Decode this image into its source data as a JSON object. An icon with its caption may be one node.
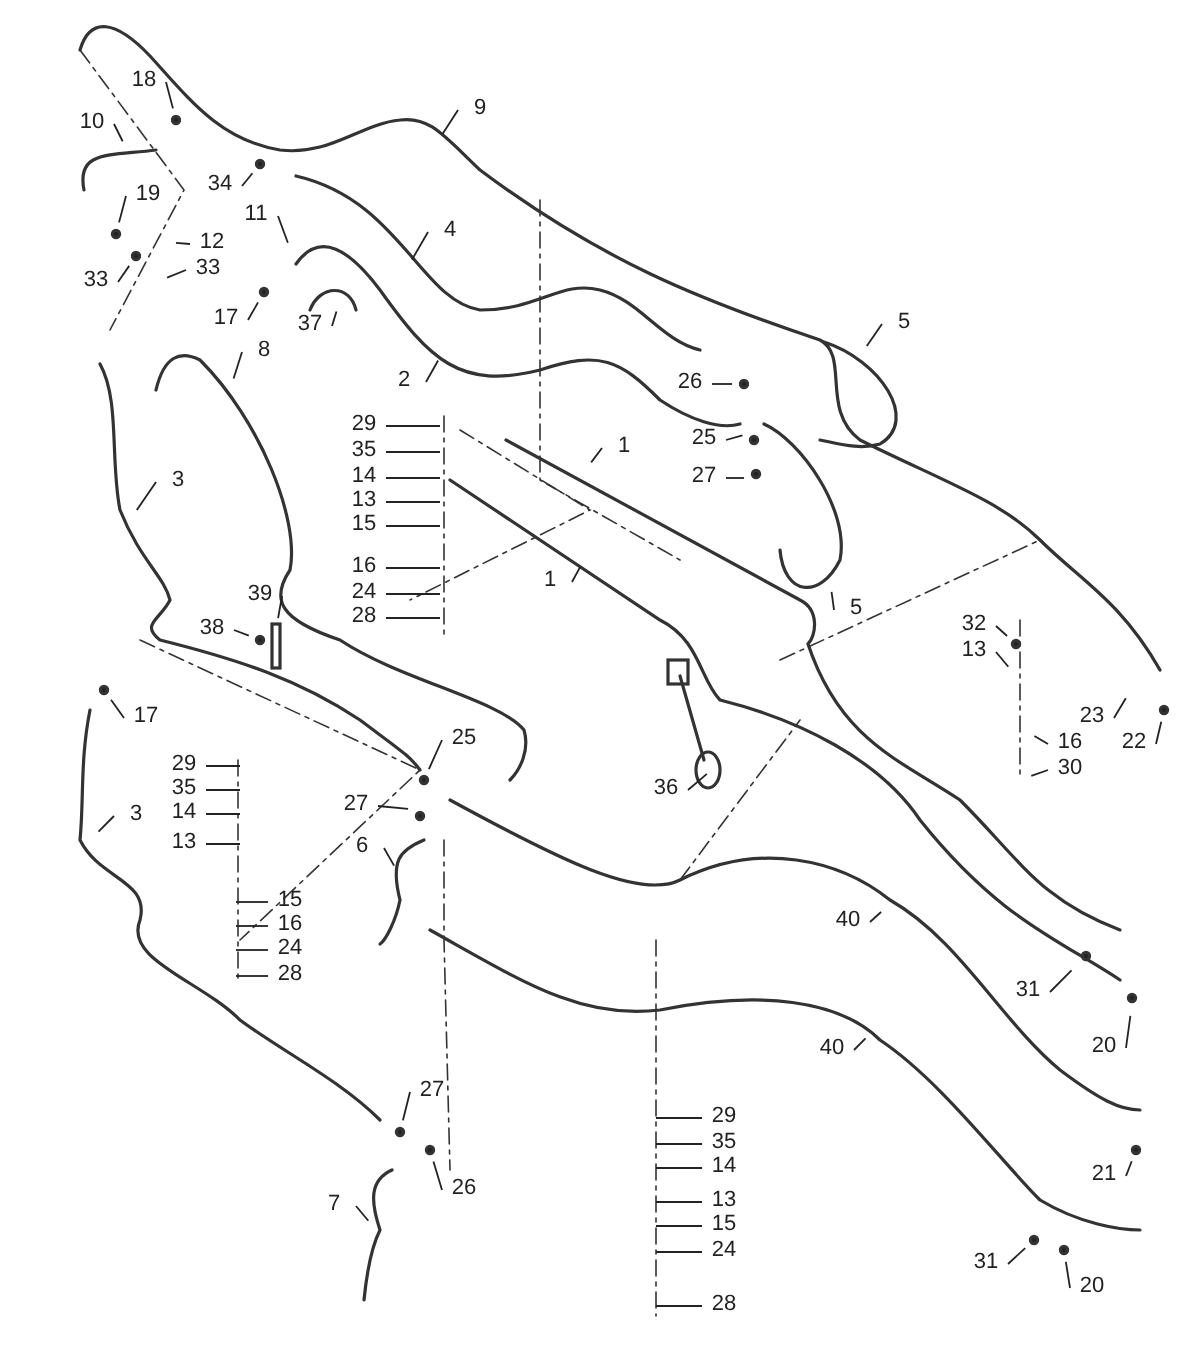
{
  "diagram": {
    "nodes": [
      {
        "text": [
          "18"
        ]
      },
      {
        "text": [
          "10"
        ]
      },
      {
        "text": [
          "19"
        ]
      },
      {
        "text": [
          "12"
        ]
      },
      {
        "text": [
          "33"
        ]
      },
      {
        "text": [
          "33"
        ]
      },
      {
        "text": [
          "9"
        ]
      },
      {
        "text": [
          "34"
        ]
      },
      {
        "text": [
          "11"
        ]
      },
      {
        "text": [
          "4"
        ]
      },
      {
        "text": [
          "17"
        ]
      },
      {
        "text": [
          "37"
        ]
      },
      {
        "text": [
          "8"
        ]
      },
      {
        "text": [
          "2"
        ]
      },
      {
        "text": [
          "5"
        ]
      },
      {
        "text": [
          "26"
        ]
      },
      {
        "text": [
          "1"
        ]
      },
      {
        "text": [
          "25"
        ]
      },
      {
        "text": [
          "27"
        ]
      },
      {
        "text": [
          "29"
        ]
      },
      {
        "text": [
          "35"
        ]
      },
      {
        "text": [
          "14"
        ]
      },
      {
        "text": [
          "13"
        ]
      },
      {
        "text": [
          "15"
        ]
      },
      {
        "text": [
          "16"
        ]
      },
      {
        "text": [
          "24"
        ]
      },
      {
        "text": [
          "28"
        ]
      },
      {
        "text": [
          "3"
        ]
      },
      {
        "text": [
          "1"
        ]
      },
      {
        "text": [
          "5"
        ]
      },
      {
        "text": [
          "39"
        ]
      },
      {
        "text": [
          "38"
        ]
      },
      {
        "text": [
          "32"
        ]
      },
      {
        "text": [
          "13"
        ]
      },
      {
        "text": [
          "17"
        ]
      },
      {
        "text": [
          "16"
        ]
      },
      {
        "text": [
          "23"
        ]
      },
      {
        "text": [
          "22"
        ]
      },
      {
        "text": [
          "30"
        ]
      },
      {
        "text": [
          "36"
        ]
      },
      {
        "text": [
          "29"
        ]
      },
      {
        "text": [
          "35"
        ]
      },
      {
        "text": [
          "25"
        ]
      },
      {
        "text": [
          "14"
        ]
      },
      {
        "text": [
          "3"
        ]
      },
      {
        "text": [
          "27"
        ]
      },
      {
        "text": [
          "6"
        ]
      },
      {
        "text": [
          "13"
        ]
      },
      {
        "text": [
          "15"
        ]
      },
      {
        "text": [
          "16"
        ]
      },
      {
        "text": [
          "24"
        ]
      },
      {
        "text": [
          "28"
        ]
      },
      {
        "text": [
          "40"
        ]
      },
      {
        "text": [
          "31"
        ]
      },
      {
        "text": [
          "20"
        ]
      },
      {
        "text": [
          "40"
        ]
      },
      {
        "text": [
          "27"
        ]
      },
      {
        "text": [
          "29"
        ]
      },
      {
        "text": [
          "35"
        ]
      },
      {
        "text": [
          "14"
        ]
      },
      {
        "text": [
          "21"
        ]
      },
      {
        "text": [
          "26"
        ]
      },
      {
        "text": [
          "13"
        ]
      },
      {
        "text": [
          "7"
        ]
      },
      {
        "text": [
          "15"
        ]
      },
      {
        "text": [
          "24"
        ]
      },
      {
        "text": [
          "31"
        ]
      },
      {
        "text": [
          "20"
        ]
      },
      {
        "text": [
          "28"
        ]
      }
    ],
    "edges": [
      {
        "from": 0,
        "to": null,
        "arrow": "none"
      },
      {
        "from": 1,
        "to": null,
        "arrow": "none"
      },
      {
        "from": 2,
        "to": null,
        "arrow": "none"
      },
      {
        "from": 3,
        "to": null,
        "arrow": "none"
      },
      {
        "from": 4,
        "to": null,
        "arrow": "none"
      },
      {
        "from": 5,
        "to": null,
        "arrow": "none"
      },
      {
        "from": 6,
        "to": null,
        "arrow": "none"
      },
      {
        "from": 7,
        "to": null,
        "arrow": "none"
      },
      {
        "from": 8,
        "to": null,
        "arrow": "none"
      },
      {
        "from": 9,
        "to": null,
        "arrow": "none"
      },
      {
        "from": 10,
        "to": null,
        "arrow": "none"
      },
      {
        "from": 11,
        "to": null,
        "arrow": "none"
      },
      {
        "from": 12,
        "to": null,
        "arrow": "none"
      },
      {
        "from": 13,
        "to": null,
        "arrow": "none"
      },
      {
        "from": 14,
        "to": null,
        "arrow": "none"
      },
      {
        "from": 15,
        "to": null,
        "arrow": "none"
      },
      {
        "from": 16,
        "to": null,
        "arrow": "none"
      },
      {
        "from": 17,
        "to": null,
        "arrow": "none"
      },
      {
        "from": 18,
        "to": null,
        "arrow": "none"
      },
      {
        "from": 19,
        "to": null,
        "arrow": "none"
      },
      {
        "from": 20,
        "to": null,
        "arrow": "none"
      },
      {
        "from": 21,
        "to": null,
        "arrow": "none"
      },
      {
        "from": 22,
        "to": null,
        "arrow": "none"
      },
      {
        "from": 23,
        "to": null,
        "arrow": "none"
      },
      {
        "from": 24,
        "to": null,
        "arrow": "none"
      },
      {
        "from": 25,
        "to": null,
        "arrow": "none"
      },
      {
        "from": 26,
        "to": null,
        "arrow": "none"
      },
      {
        "from": 27,
        "to": null,
        "arrow": "none"
      },
      {
        "from": 28,
        "to": null,
        "arrow": "none"
      },
      {
        "from": 29,
        "to": null,
        "arrow": "none"
      },
      {
        "from": 30,
        "to": null,
        "arrow": "none"
      },
      {
        "from": 31,
        "to": null,
        "arrow": "none"
      },
      {
        "from": 32,
        "to": null,
        "arrow": "none"
      },
      {
        "from": 33,
        "to": null,
        "arrow": "none"
      },
      {
        "from": 34,
        "to": null,
        "arrow": "none"
      },
      {
        "from": 35,
        "to": null,
        "arrow": "none"
      },
      {
        "from": 36,
        "to": null,
        "arrow": "none"
      },
      {
        "from": 37,
        "to": null,
        "arrow": "none"
      },
      {
        "from": 38,
        "to": null,
        "arrow": "none"
      },
      {
        "from": 39,
        "to": null,
        "arrow": "none"
      },
      {
        "from": 40,
        "to": null,
        "arrow": "none"
      },
      {
        "from": 41,
        "to": null,
        "arrow": "none"
      },
      {
        "from": 42,
        "to": null,
        "arrow": "none"
      },
      {
        "from": 43,
        "to": null,
        "arrow": "none"
      },
      {
        "from": 44,
        "to": null,
        "arrow": "none"
      },
      {
        "from": 45,
        "to": null,
        "arrow": "none"
      },
      {
        "from": 46,
        "to": null,
        "arrow": "none"
      },
      {
        "from": 47,
        "to": null,
        "arrow": "none"
      },
      {
        "from": 48,
        "to": null,
        "arrow": "none"
      },
      {
        "from": 49,
        "to": null,
        "arrow": "none"
      },
      {
        "from": 50,
        "to": null,
        "arrow": "none"
      },
      {
        "from": 51,
        "to": null,
        "arrow": "none"
      },
      {
        "from": 52,
        "to": null,
        "arrow": "none"
      },
      {
        "from": 53,
        "to": null,
        "arrow": "none"
      },
      {
        "from": 54,
        "to": null,
        "arrow": "none"
      },
      {
        "from": 55,
        "to": null,
        "arrow": "none"
      },
      {
        "from": 56,
        "to": null,
        "arrow": "none"
      },
      {
        "from": 57,
        "to": null,
        "arrow": "none"
      },
      {
        "from": 58,
        "to": null,
        "arrow": "none"
      },
      {
        "from": 59,
        "to": null,
        "arrow": "none"
      },
      {
        "from": 60,
        "to": null,
        "arrow": "none"
      },
      {
        "from": 61,
        "to": null,
        "arrow": "none"
      },
      {
        "from": 62,
        "to": null,
        "arrow": "none"
      },
      {
        "from": 63,
        "to": null,
        "arrow": "none"
      },
      {
        "from": 64,
        "to": null,
        "arrow": "none"
      },
      {
        "from": 65,
        "to": null,
        "arrow": "none"
      },
      {
        "from": 66,
        "to": null,
        "arrow": "none"
      },
      {
        "from": 67,
        "to": null,
        "arrow": "none"
      },
      {
        "from": 68,
        "to": null,
        "arrow": "none"
      }
    ]
  }
}
